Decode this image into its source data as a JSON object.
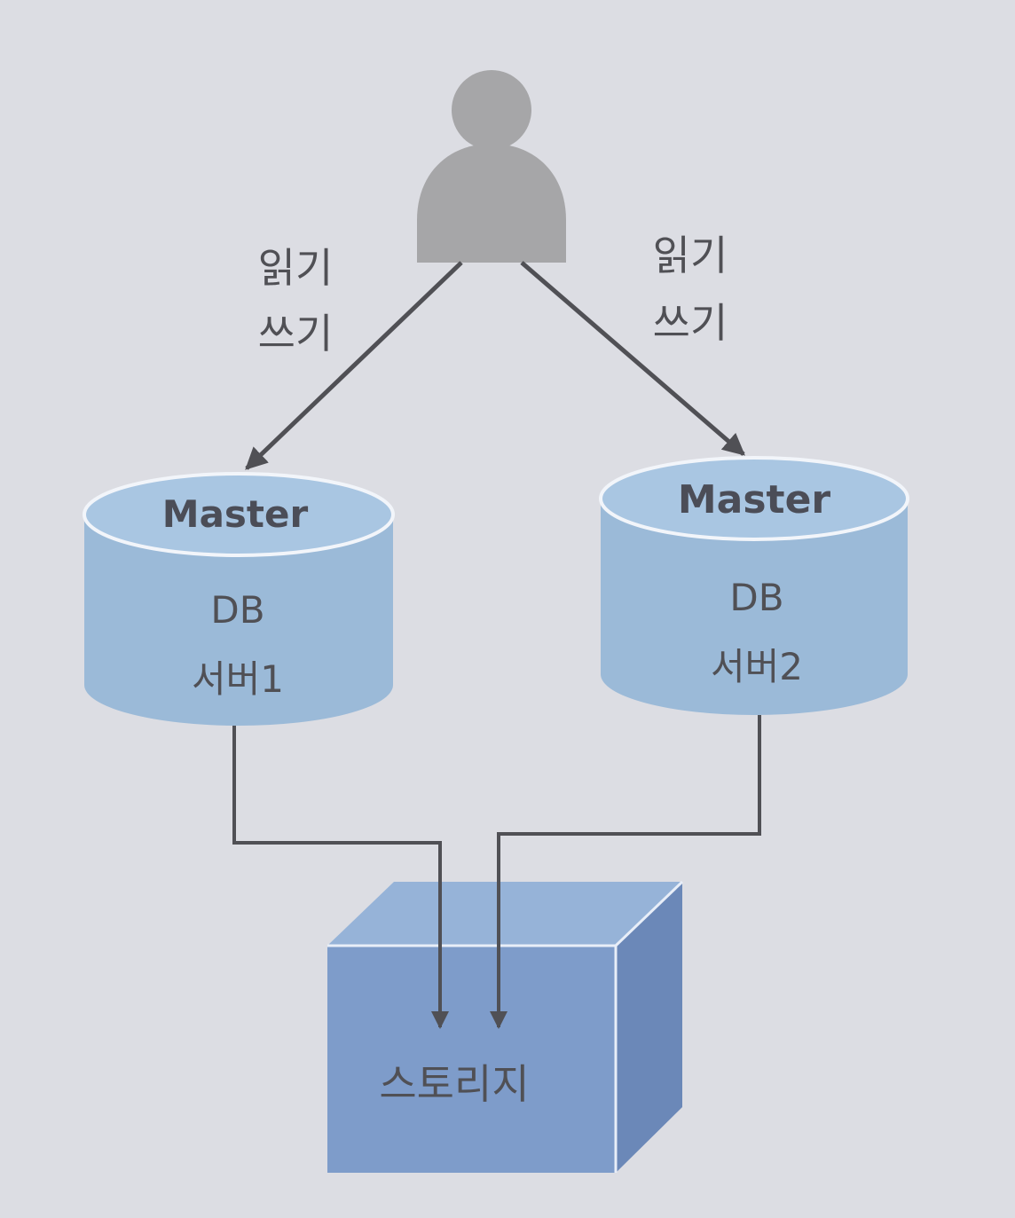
{
  "user": {
    "icon": "user-icon"
  },
  "left_edge": {
    "line1": "읽기",
    "line2": "쓰기"
  },
  "right_edge": {
    "line1": "읽기",
    "line2": "쓰기"
  },
  "db1": {
    "title": "Master",
    "line1": "DB",
    "line2": "서버1"
  },
  "db2": {
    "title": "Master",
    "line1": "DB",
    "line2": "서버2"
  },
  "storage": {
    "label": "스토리지"
  },
  "colors": {
    "background": "#dcdde3",
    "cylinder_body": "#9bbad8",
    "cylinder_top": "#a9c6e2",
    "storage_front": "#7e9cca",
    "storage_top": "#96b3d8",
    "storage_side": "#6b88b8",
    "user_fill": "#a6a6a8",
    "line": "#505055"
  }
}
